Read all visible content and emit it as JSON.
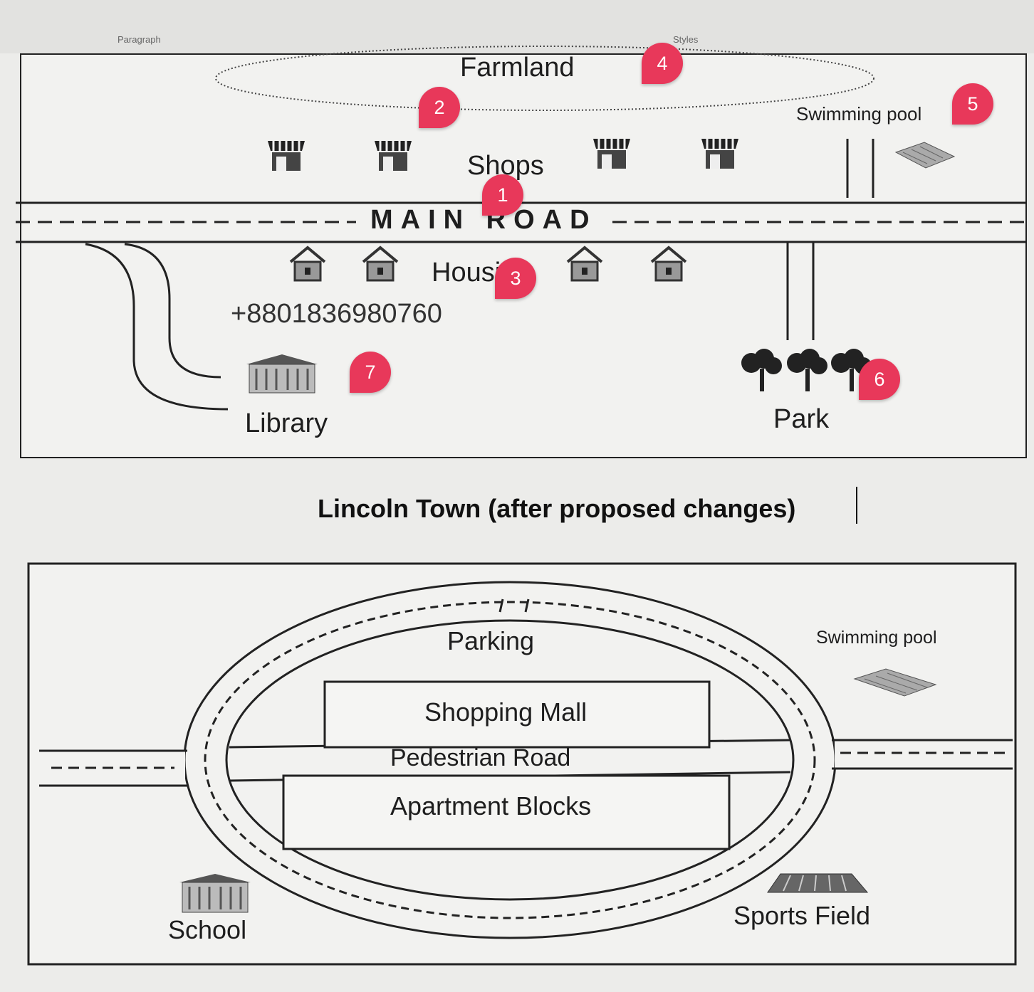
{
  "ribbon": {
    "paragraph_label": "Paragraph",
    "styles_label": "Styles"
  },
  "map_before": {
    "labels": {
      "farmland": "Farmland",
      "shops": "Shops",
      "swimming_pool": "Swimming pool",
      "main_road": "MAIN ROAD",
      "housing": "Housing",
      "phone": "+8801836980760",
      "library": "Library",
      "park": "Park"
    },
    "icons": [
      "shop-icon",
      "house-icon",
      "tree-icon",
      "library-building-icon",
      "swimming-pool-icon"
    ]
  },
  "markers": [
    "1",
    "2",
    "3",
    "4",
    "5",
    "6",
    "7"
  ],
  "caption": "Lincoln Town (after proposed changes)",
  "map_after": {
    "labels": {
      "parking": "Parking",
      "swimming_pool": "Swimming pool",
      "shopping_mall": "Shopping Mall",
      "pedestrian_road": "Pedestrian Road",
      "apartment_blocks": "Apartment Blocks",
      "school": "School",
      "sports_field": "Sports Field"
    },
    "icons": [
      "school-building-icon",
      "sports-field-icon",
      "swimming-pool-icon"
    ]
  },
  "colors": {
    "marker": "#e8385a",
    "ink": "#1e1e1e",
    "paper": "#f2f2f0"
  }
}
